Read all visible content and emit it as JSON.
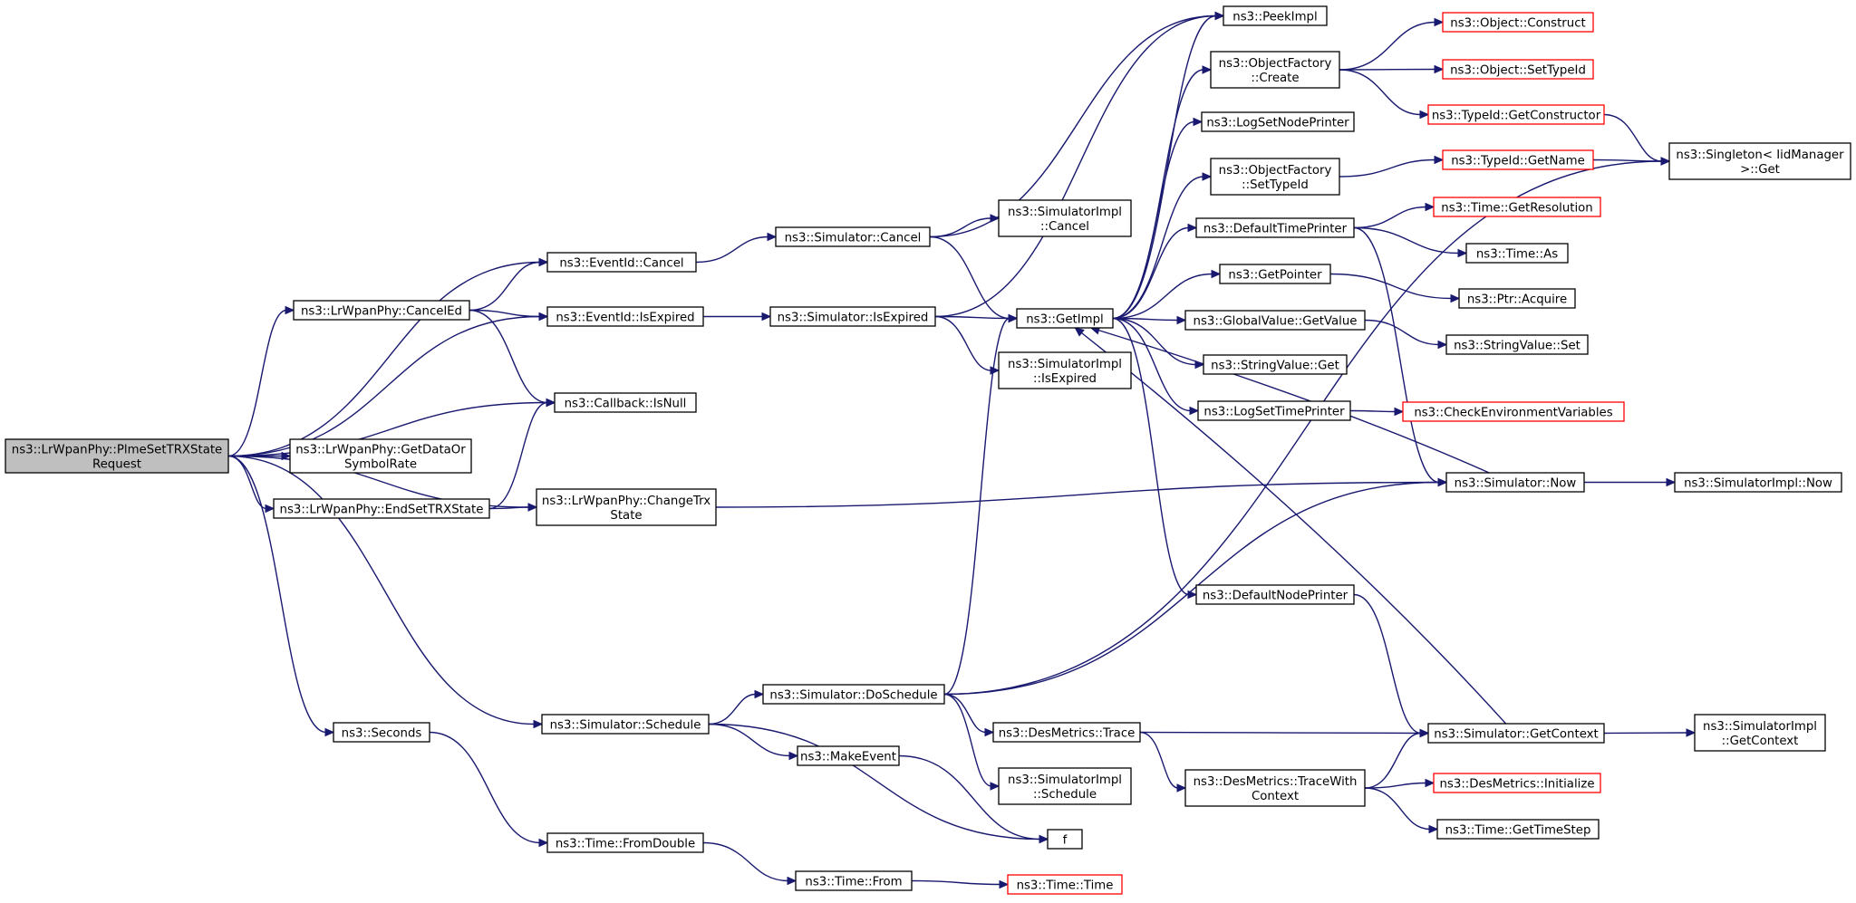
{
  "diagram": {
    "nodes": [
      {
        "id": "root",
        "lines": [
          "ns3::LrWpanPhy::PlmeSetTRXState",
          "Request"
        ],
        "style": "root"
      },
      {
        "id": "cancelEd",
        "lines": [
          "ns3::LrWpanPhy::CancelEd"
        ],
        "style": "normal"
      },
      {
        "id": "getDataOr",
        "lines": [
          "ns3::LrWpanPhy::GetDataOr",
          "SymbolRate"
        ],
        "style": "normal"
      },
      {
        "id": "endSetTRX",
        "lines": [
          "ns3::LrWpanPhy::EndSetTRXState"
        ],
        "style": "normal"
      },
      {
        "id": "seconds",
        "lines": [
          "ns3::Seconds"
        ],
        "style": "normal"
      },
      {
        "id": "eventCancel",
        "lines": [
          "ns3::EventId::Cancel"
        ],
        "style": "normal"
      },
      {
        "id": "eventIsExpired",
        "lines": [
          "ns3::EventId::IsExpired"
        ],
        "style": "normal"
      },
      {
        "id": "callbackIsNull",
        "lines": [
          "ns3::Callback::IsNull"
        ],
        "style": "normal"
      },
      {
        "id": "changeTrx",
        "lines": [
          "ns3::LrWpanPhy::ChangeTrx",
          "State"
        ],
        "style": "normal"
      },
      {
        "id": "simSchedule",
        "lines": [
          "ns3::Simulator::Schedule"
        ],
        "style": "normal"
      },
      {
        "id": "timeFromDouble",
        "lines": [
          "ns3::Time::FromDouble"
        ],
        "style": "normal"
      },
      {
        "id": "simCancel",
        "lines": [
          "ns3::Simulator::Cancel"
        ],
        "style": "normal"
      },
      {
        "id": "simIsExpired",
        "lines": [
          "ns3::Simulator::IsExpired"
        ],
        "style": "normal"
      },
      {
        "id": "simDoSchedule",
        "lines": [
          "ns3::Simulator::DoSchedule"
        ],
        "style": "normal"
      },
      {
        "id": "makeEvent",
        "lines": [
          "ns3::MakeEvent"
        ],
        "style": "normal"
      },
      {
        "id": "timeFrom",
        "lines": [
          "ns3::Time::From"
        ],
        "style": "normal"
      },
      {
        "id": "simImplCancel",
        "lines": [
          "ns3::SimulatorImpl",
          "::Cancel"
        ],
        "style": "normal"
      },
      {
        "id": "getImpl",
        "lines": [
          "ns3::GetImpl"
        ],
        "style": "normal"
      },
      {
        "id": "simImplIsExpired",
        "lines": [
          "ns3::SimulatorImpl",
          "::IsExpired"
        ],
        "style": "normal"
      },
      {
        "id": "desTrace",
        "lines": [
          "ns3::DesMetrics::Trace"
        ],
        "style": "normal"
      },
      {
        "id": "simImplSchedule",
        "lines": [
          "ns3::SimulatorImpl",
          "::Schedule"
        ],
        "style": "normal"
      },
      {
        "id": "f",
        "lines": [
          "f"
        ],
        "style": "normal"
      },
      {
        "id": "timeTime",
        "lines": [
          "ns3::Time::Time"
        ],
        "style": "ext"
      },
      {
        "id": "peekImpl",
        "lines": [
          "ns3::PeekImpl"
        ],
        "style": "normal"
      },
      {
        "id": "objFactoryCreate",
        "lines": [
          "ns3::ObjectFactory",
          "::Create"
        ],
        "style": "normal"
      },
      {
        "id": "logSetNodePrinter",
        "lines": [
          "ns3::LogSetNodePrinter"
        ],
        "style": "normal"
      },
      {
        "id": "objFactorySetTypeId",
        "lines": [
          "ns3::ObjectFactory",
          "::SetTypeId"
        ],
        "style": "normal"
      },
      {
        "id": "defaultTimePrinter",
        "lines": [
          "ns3::DefaultTimePrinter"
        ],
        "style": "normal"
      },
      {
        "id": "getPointer",
        "lines": [
          "ns3::GetPointer"
        ],
        "style": "normal"
      },
      {
        "id": "globalValueGetValue",
        "lines": [
          "ns3::GlobalValue::GetValue"
        ],
        "style": "normal"
      },
      {
        "id": "stringValueGet",
        "lines": [
          "ns3::StringValue::Get"
        ],
        "style": "normal"
      },
      {
        "id": "logSetTimePrinter",
        "lines": [
          "ns3::LogSetTimePrinter"
        ],
        "style": "normal"
      },
      {
        "id": "defaultNodePrinter",
        "lines": [
          "ns3::DefaultNodePrinter"
        ],
        "style": "normal"
      },
      {
        "id": "desTraceWithContext",
        "lines": [
          "ns3::DesMetrics::TraceWith",
          "Context"
        ],
        "style": "normal"
      },
      {
        "id": "objConstruct",
        "lines": [
          "ns3::Object::Construct"
        ],
        "style": "ext"
      },
      {
        "id": "objSetTypeId",
        "lines": [
          "ns3::Object::SetTypeId"
        ],
        "style": "ext"
      },
      {
        "id": "typeIdGetConstructor",
        "lines": [
          "ns3::TypeId::GetConstructor"
        ],
        "style": "ext"
      },
      {
        "id": "typeIdGetName",
        "lines": [
          "ns3::TypeId::GetName"
        ],
        "style": "ext"
      },
      {
        "id": "timeGetResolution",
        "lines": [
          "ns3::Time::GetResolution"
        ],
        "style": "ext"
      },
      {
        "id": "timeAs",
        "lines": [
          "ns3::Time::As"
        ],
        "style": "normal"
      },
      {
        "id": "ptrAcquire",
        "lines": [
          "ns3::Ptr::Acquire"
        ],
        "style": "normal"
      },
      {
        "id": "stringValueSet",
        "lines": [
          "ns3::StringValue::Set"
        ],
        "style": "normal"
      },
      {
        "id": "checkEnvVars",
        "lines": [
          "ns3::CheckEnvironmentVariables"
        ],
        "style": "ext"
      },
      {
        "id": "simNow",
        "lines": [
          "ns3::Simulator::Now"
        ],
        "style": "normal"
      },
      {
        "id": "simGetContext",
        "lines": [
          "ns3::Simulator::GetContext"
        ],
        "style": "normal"
      },
      {
        "id": "desInitialize",
        "lines": [
          "ns3::DesMetrics::Initialize"
        ],
        "style": "ext"
      },
      {
        "id": "timeGetTimeStep",
        "lines": [
          "ns3::Time::GetTimeStep"
        ],
        "style": "normal"
      },
      {
        "id": "singletonGet",
        "lines": [
          "ns3::Singleton< IidManager",
          ">::Get"
        ],
        "style": "normal"
      },
      {
        "id": "simImplNow",
        "lines": [
          "ns3::SimulatorImpl::Now"
        ],
        "style": "normal"
      },
      {
        "id": "simImplGetContext",
        "lines": [
          "ns3::SimulatorImpl",
          "::GetContext"
        ],
        "style": "normal"
      }
    ],
    "edges": [
      [
        "root",
        "eventCancel"
      ],
      [
        "root",
        "cancelEd"
      ],
      [
        "root",
        "eventIsExpired"
      ],
      [
        "root",
        "callbackIsNull"
      ],
      [
        "root",
        "getDataOr"
      ],
      [
        "root",
        "endSetTRX"
      ],
      [
        "root",
        "changeTrx"
      ],
      [
        "root",
        "seconds"
      ],
      [
        "root",
        "simSchedule"
      ],
      [
        "cancelEd",
        "eventCancel"
      ],
      [
        "cancelEd",
        "eventIsExpired"
      ],
      [
        "cancelEd",
        "callbackIsNull"
      ],
      [
        "endSetTRX",
        "callbackIsNull"
      ],
      [
        "endSetTRX",
        "changeTrx"
      ],
      [
        "eventCancel",
        "simCancel"
      ],
      [
        "eventIsExpired",
        "simIsExpired"
      ],
      [
        "changeTrx",
        "simNow"
      ],
      [
        "seconds",
        "timeFromDouble"
      ],
      [
        "timeFromDouble",
        "timeFrom"
      ],
      [
        "timeFrom",
        "timeTime"
      ],
      [
        "simSchedule",
        "simDoSchedule"
      ],
      [
        "simSchedule",
        "makeEvent"
      ],
      [
        "simSchedule",
        "f"
      ],
      [
        "makeEvent",
        "f"
      ],
      [
        "simCancel",
        "peekImpl"
      ],
      [
        "simCancel",
        "simImplCancel"
      ],
      [
        "simCancel",
        "getImpl"
      ],
      [
        "simIsExpired",
        "peekImpl"
      ],
      [
        "simIsExpired",
        "getImpl"
      ],
      [
        "simIsExpired",
        "simImplIsExpired"
      ],
      [
        "simDoSchedule",
        "getImpl"
      ],
      [
        "simDoSchedule",
        "simNow"
      ],
      [
        "simDoSchedule",
        "singletonGet"
      ],
      [
        "simDoSchedule",
        "desTrace"
      ],
      [
        "simDoSchedule",
        "simImplSchedule"
      ],
      [
        "getImpl",
        "peekImpl"
      ],
      [
        "getImpl",
        "objFactoryCreate"
      ],
      [
        "getImpl",
        "logSetNodePrinter"
      ],
      [
        "getImpl",
        "objFactorySetTypeId"
      ],
      [
        "getImpl",
        "defaultTimePrinter"
      ],
      [
        "getImpl",
        "getPointer"
      ],
      [
        "getImpl",
        "globalValueGetValue"
      ],
      [
        "getImpl",
        "stringValueGet"
      ],
      [
        "getImpl",
        "logSetTimePrinter"
      ],
      [
        "getImpl",
        "defaultNodePrinter"
      ],
      [
        "objFactoryCreate",
        "objConstruct"
      ],
      [
        "objFactoryCreate",
        "objSetTypeId"
      ],
      [
        "objFactoryCreate",
        "typeIdGetConstructor"
      ],
      [
        "objFactorySetTypeId",
        "typeIdGetName"
      ],
      [
        "typeIdGetConstructor",
        "singletonGet"
      ],
      [
        "typeIdGetName",
        "singletonGet"
      ],
      [
        "defaultTimePrinter",
        "timeGetResolution"
      ],
      [
        "defaultTimePrinter",
        "timeAs"
      ],
      [
        "defaultTimePrinter",
        "simNow"
      ],
      [
        "getPointer",
        "ptrAcquire"
      ],
      [
        "globalValueGetValue",
        "stringValueSet"
      ],
      [
        "logSetTimePrinter",
        "checkEnvVars"
      ],
      [
        "simNow",
        "getImpl"
      ],
      [
        "simNow",
        "simImplNow"
      ],
      [
        "defaultNodePrinter",
        "simGetContext"
      ],
      [
        "desTrace",
        "simGetContext"
      ],
      [
        "desTrace",
        "desTraceWithContext"
      ],
      [
        "desTraceWithContext",
        "simGetContext"
      ],
      [
        "desTraceWithContext",
        "desInitialize"
      ],
      [
        "desTraceWithContext",
        "timeGetTimeStep"
      ],
      [
        "simGetContext",
        "getImpl"
      ],
      [
        "simGetContext",
        "simImplGetContext"
      ]
    ]
  }
}
